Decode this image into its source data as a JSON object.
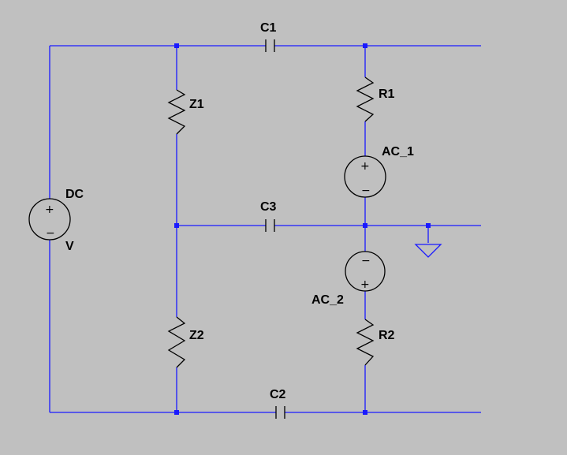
{
  "labels": {
    "c1": "C1",
    "c2": "C2",
    "c3": "C3",
    "z1": "Z1",
    "z2": "Z2",
    "r1": "R1",
    "r2": "R2",
    "ac1": "AC_1",
    "ac2": "AC_2",
    "dc_name": "DC",
    "dc_value": "V"
  },
  "signs": {
    "plus": "+",
    "minus": "−"
  },
  "colors": {
    "background": "#c0c0c0",
    "wire": "#1a1aff",
    "component": "#000000"
  }
}
